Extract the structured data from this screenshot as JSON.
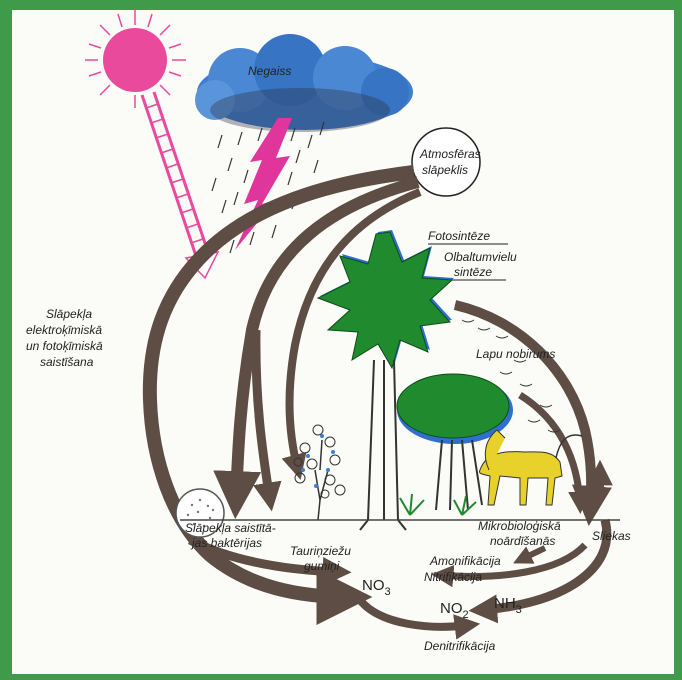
{
  "diagram": {
    "labels": {
      "storm": "Negaiss",
      "atmosphere_line1": "Atmosfēras",
      "atmosphere_line2": "slāpeklis",
      "photosynthesis": "Fotosintēze",
      "protein_line1": "Olbaltumvielu",
      "protein_line2": "sintēze",
      "fixation_line1": "Slāpekļa",
      "fixation_line2": "elektroķīmiskā",
      "fixation_line3": "un fotoķīmiskā",
      "fixation_line4": "saistīšana",
      "leaf_fall": "Lapu nobirums",
      "bacteria_line1": "Slāpekļa saistītā-",
      "bacteria_line2": "jas baktērijas",
      "nodules_line1": "Tauriņziežu",
      "nodules_line2": "gumiņi",
      "decomposition_line1": "Mikrobioloģiskā",
      "decomposition_line2": "noārdīšanās",
      "earthworms": "Sliekas",
      "ammonification": "Amonifikācija",
      "nitrification": "Nitrifikācija",
      "no3": "NO",
      "no3_sub": "3",
      "no2": "NO",
      "no2_sub": "2",
      "nh3": "NH",
      "nh3_sub": "3",
      "denitrification": "Denitrifikācija"
    },
    "colors": {
      "sun": "#e94a9c",
      "cloud": "#3d7fd0",
      "lightning": "#e0359a",
      "arrow": "#5e4d44",
      "tree_green": "#1f8a2e",
      "tree_outline": "#2f6fd0",
      "animal": "#e8d12a",
      "frame": "#3f9a4a"
    }
  }
}
